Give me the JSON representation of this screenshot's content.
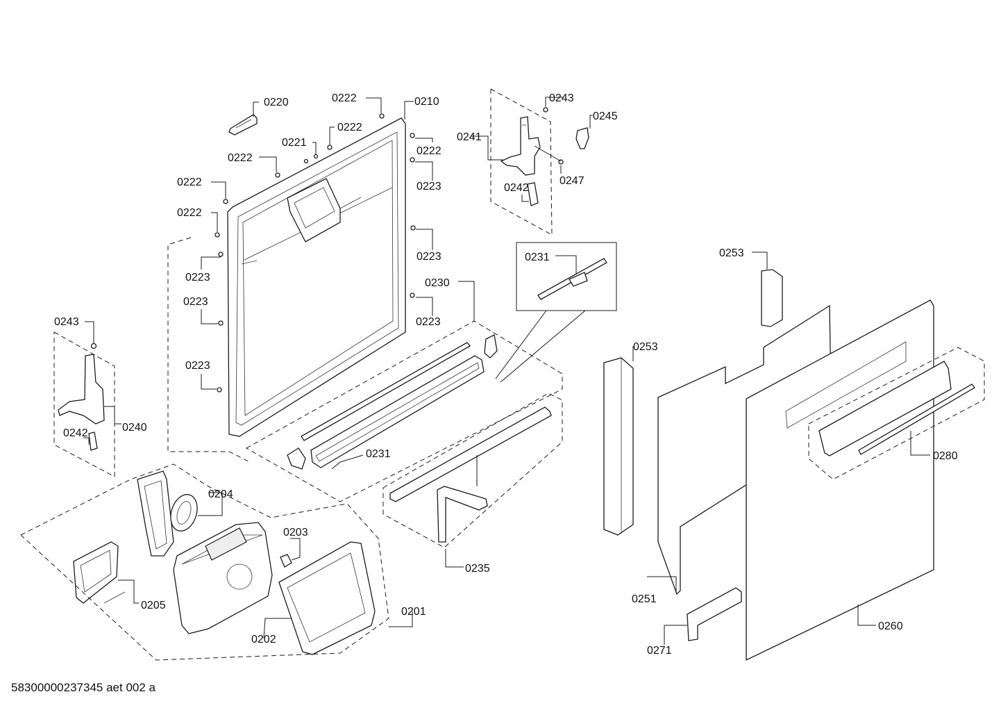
{
  "diagram": {
    "labels": {
      "l0220": "0220",
      "l0222a": "0222",
      "l0210": "0210",
      "l0222b": "0222",
      "l0221": "0221",
      "l0222c": "0222",
      "l0222d": "0222",
      "l0222e": "0222",
      "l0222f": "0222",
      "l0223a": "0223",
      "l0223b": "0223",
      "l0223c": "0223",
      "l0223d": "0223",
      "l0223e": "0223",
      "l0223f": "0223",
      "l0243a": "0243",
      "l0245": "0245",
      "l0241": "0241",
      "l0247": "0247",
      "l0242a": "0242",
      "l0231a": "0231",
      "l0230": "0230",
      "l0231b": "0231",
      "l0243b": "0243",
      "l0240": "0240",
      "l0242b": "0242",
      "l0204": "0204",
      "l0203": "0203",
      "l0205": "0205",
      "l0202": "0202",
      "l0201": "0201",
      "l0235": "0235",
      "l0253a": "0253",
      "l0253b": "0253",
      "l0280": "0280",
      "l0251": "0251",
      "l0260": "0260",
      "l0271": "0271"
    }
  },
  "footer": {
    "code": "58300000237345 aet 002 a"
  }
}
